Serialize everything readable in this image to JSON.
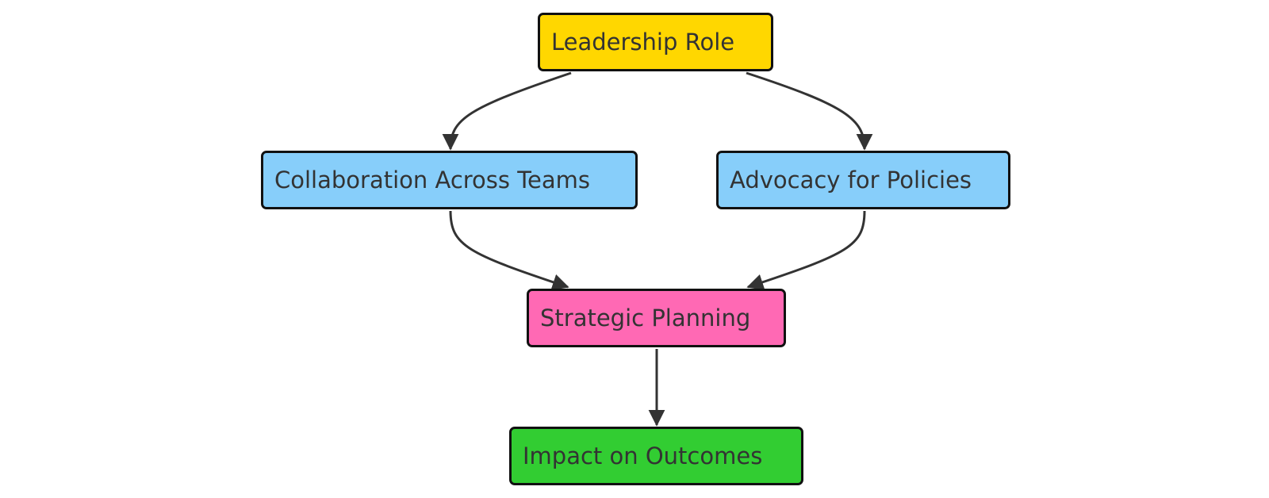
{
  "diagram": {
    "nodes": [
      {
        "id": "leader",
        "label": "Leadership Role",
        "color": "#FFD700"
      },
      {
        "id": "collab",
        "label": "Collaboration Across Teams",
        "color": "#87CEFA"
      },
      {
        "id": "advocacy",
        "label": "Advocacy for Policies",
        "color": "#87CEFA"
      },
      {
        "id": "strategic",
        "label": "Strategic Planning",
        "color": "#FF69B4"
      },
      {
        "id": "impact",
        "label": "Impact on Outcomes",
        "color": "#32CD32"
      }
    ],
    "edges": [
      {
        "from": "leader",
        "to": "collab"
      },
      {
        "from": "leader",
        "to": "advocacy"
      },
      {
        "from": "collab",
        "to": "strategic"
      },
      {
        "from": "advocacy",
        "to": "strategic"
      },
      {
        "from": "strategic",
        "to": "impact"
      }
    ],
    "edge_color": "#333333"
  }
}
